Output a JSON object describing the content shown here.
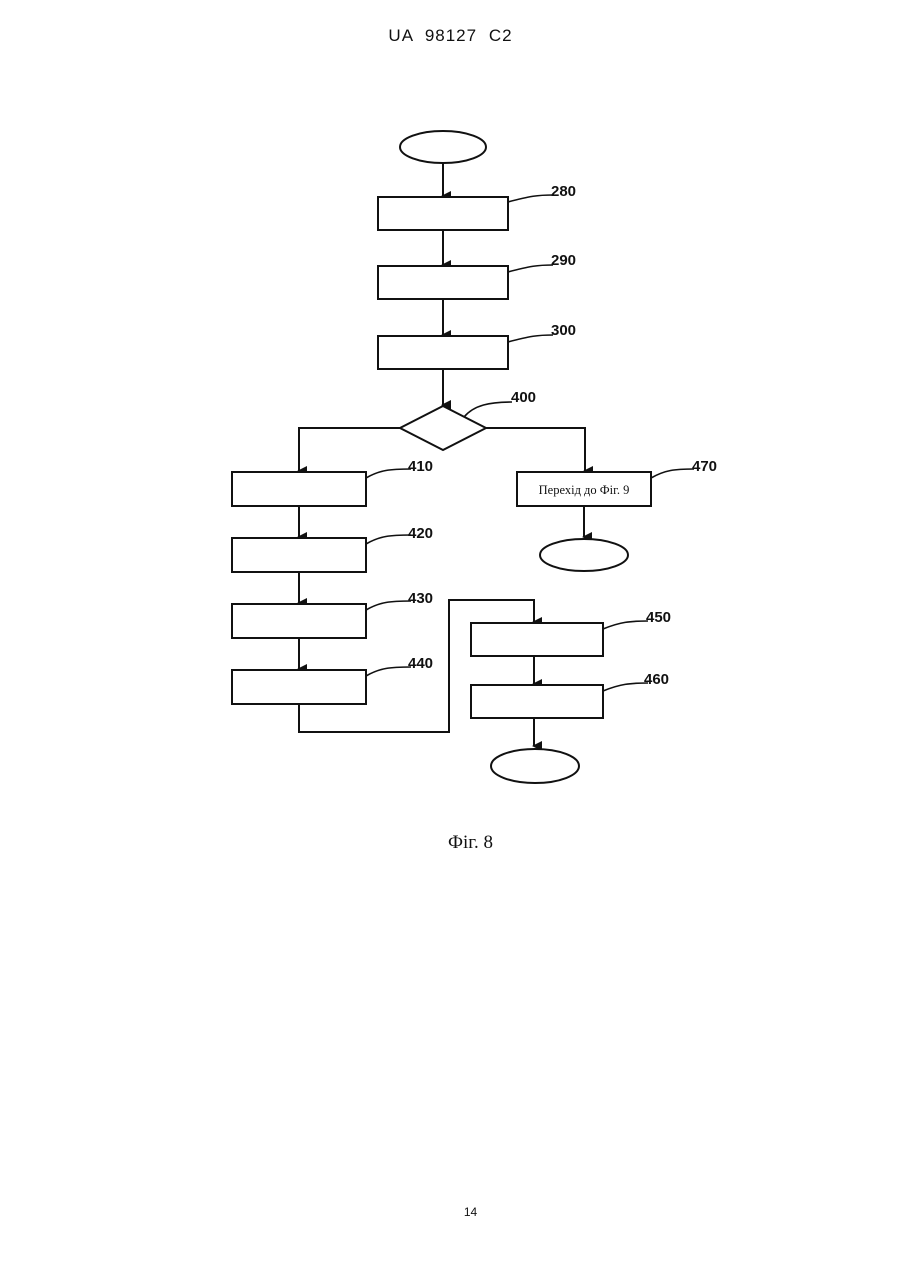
{
  "header": {
    "doc_id": "UA   98127   C2"
  },
  "diagram": {
    "refs": {
      "r280": "280",
      "r290": "290",
      "r300": "300",
      "r400": "400",
      "r410": "410",
      "r420": "420",
      "r430": "430",
      "r440": "440",
      "r450": "450",
      "r460": "460",
      "r470": "470"
    },
    "box_470_text": "Перехід до Фіг. 9"
  },
  "caption": "Фіг. 8",
  "page_number": "14"
}
